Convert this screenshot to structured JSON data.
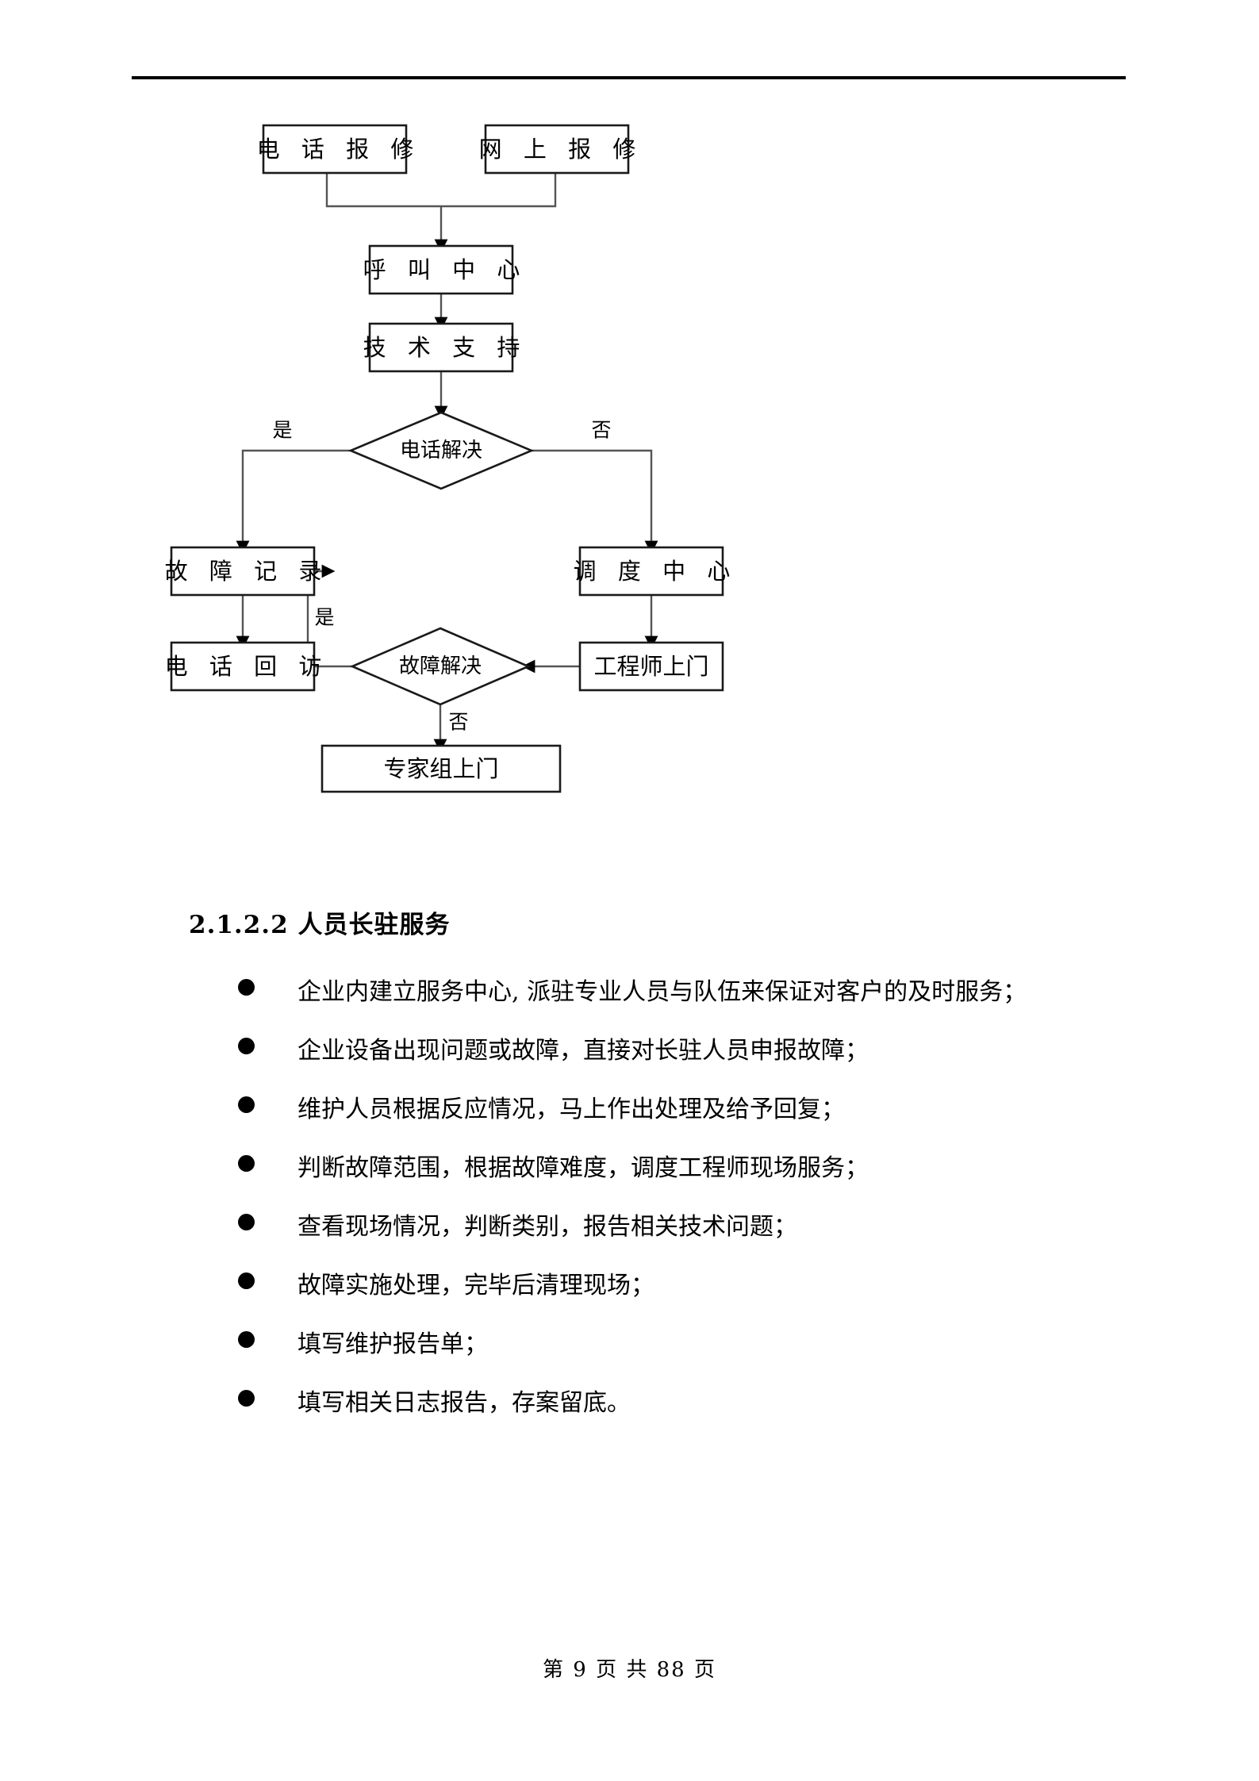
{
  "document": {
    "section_heading": "2.1.2.2 人员长驻服务",
    "footer": "第 9 页 共 88 页"
  },
  "flowchart": {
    "nodes": {
      "phone_report": "电 话 报 修",
      "online_report": "网 上 报 修",
      "call_center": "呼 叫 中 心",
      "tech_support": "技 术 支 持",
      "phone_resolve": "电话解决",
      "fault_record": "故 障 记 录",
      "dispatch_center": "调 度 中 心",
      "phone_followup": "电 话 回 访",
      "fault_resolve": "故障解决",
      "engineer_onsite": "工程师上门",
      "expert_onsite": "专家组上门"
    },
    "branch_labels": {
      "phone_resolve_yes": "是",
      "phone_resolve_no": "否",
      "fault_resolve_yes": "是",
      "fault_resolve_no": "否"
    },
    "colors": {
      "shape_stroke": "#1a1a1a",
      "connector": "#555555",
      "text": "#000000",
      "background": "#ffffff"
    }
  },
  "bullets": [
    "企业内建立服务中心, 派驻专业人员与队伍来保证对客户的及时服务；",
    "企业设备出现问题或故障，直接对长驻人员申报故障；",
    "维护人员根据反应情况，马上作出处理及给予回复；",
    "判断故障范围，根据故障难度，调度工程师现场服务；",
    "查看现场情况，判断类别，报告相关技术问题；",
    "故障实施处理，完毕后清理现场；",
    "填写维护报告单；",
    "填写相关日志报告，存案留底。"
  ]
}
